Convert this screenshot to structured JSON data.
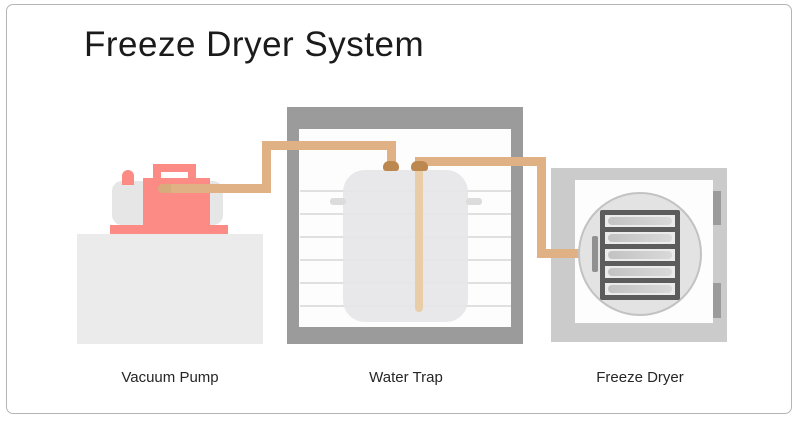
{
  "diagram": {
    "title": "Freeze Dryer System",
    "components": [
      {
        "id": "vacuum-pump",
        "label": "Vacuum Pump"
      },
      {
        "id": "water-trap",
        "label": "Water Trap"
      },
      {
        "id": "freeze-dryer",
        "label": "Freeze Dryer"
      }
    ],
    "connections": [
      {
        "from": "vacuum-pump",
        "to": "water-trap",
        "type": "pipe"
      },
      {
        "from": "water-trap",
        "to": "freeze-dryer",
        "type": "pipe"
      }
    ],
    "colors": {
      "pipe": "#DFB184",
      "pipe_fitting": "#BD8850",
      "pump_accent": "#FB8B84",
      "machine_gray": "#E6E6E6",
      "trap_frame_gray": "#9B9B9B",
      "dryer_frame_gray": "#CBCBCB",
      "shelf_dark_gray": "#5C5C5C",
      "text": "#1B1B1B"
    }
  }
}
